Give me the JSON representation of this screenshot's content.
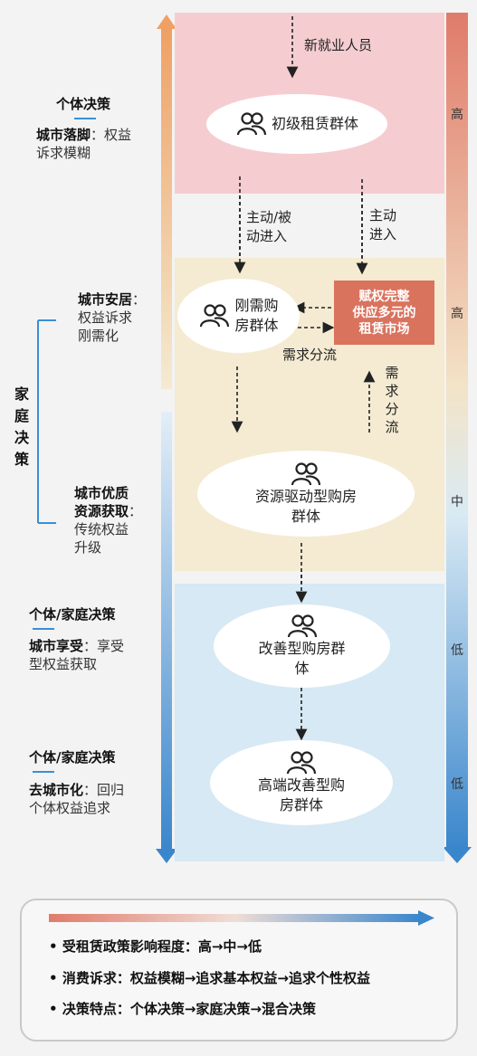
{
  "scale_labels": {
    "high1": "高",
    "high2": "高",
    "mid": "中",
    "low1": "低",
    "low2": "低"
  },
  "nodes": {
    "new_employees": "新就业人员",
    "primary_rental_line1": "初级租赁群体",
    "rigid_line1": "刚需购",
    "rigid_line2": "房群体",
    "market_line1": "赋权完整",
    "market_line2": "供应多元的",
    "market_line3": "租赁市场",
    "resource_line1": "资源驱动型购房",
    "resource_line2": "群体",
    "improve_line1": "改善型购房群",
    "improve_line2": "体",
    "highend_line1": "高端改善型购",
    "highend_line2": "房群体"
  },
  "edge_labels": {
    "active_passive_line1": "主动/被",
    "active_passive_line2": "动进入",
    "active_line1": "主动",
    "active_line2": "进入",
    "demand_split_h": "需求分流",
    "demand_split_v": [
      "需",
      "求",
      "分",
      "流"
    ]
  },
  "left_panel": {
    "stage1_title": "个体决策",
    "stage1_bold": "城市落脚",
    "stage1_colon": "：权益",
    "stage1_line2": "诉求模糊",
    "stage2_bold": "城市安居",
    "stage2_colon": "：",
    "stage2_line2": "权益诉求",
    "stage2_line3": "刚需化",
    "family_decision": [
      "家",
      "庭",
      "决",
      "策"
    ],
    "stage3_bold1": "城市优质",
    "stage3_bold2": "资源获取",
    "stage3_colon": "：",
    "stage3_line3": "传统权益",
    "stage3_line4": "升级",
    "stage4_title": "个体/家庭决策",
    "stage4_bold": "城市享受",
    "stage4_colon": "：享受",
    "stage4_line2": "型权益获取",
    "stage5_title": "个体/家庭决策",
    "stage5_bold": "去城市化",
    "stage5_colon": "：回归",
    "stage5_line2": "个体权益追求"
  },
  "legend": {
    "row1": "受租赁政策影响程度：高→中→低",
    "row2": "消费诉求：权益模糊→追求基本权益→追求个性权益",
    "row3": "决策特点：个体决策→家庭决策→混合决策"
  },
  "colors": {
    "pink_zone": "#f5cdd0",
    "beige_zone": "#f4ebd2",
    "blue_zone": "#d6e9f4",
    "market_box": "#d9735e",
    "accent_blue": "#3a8fd6",
    "accent_orange": "#e9a66a"
  }
}
